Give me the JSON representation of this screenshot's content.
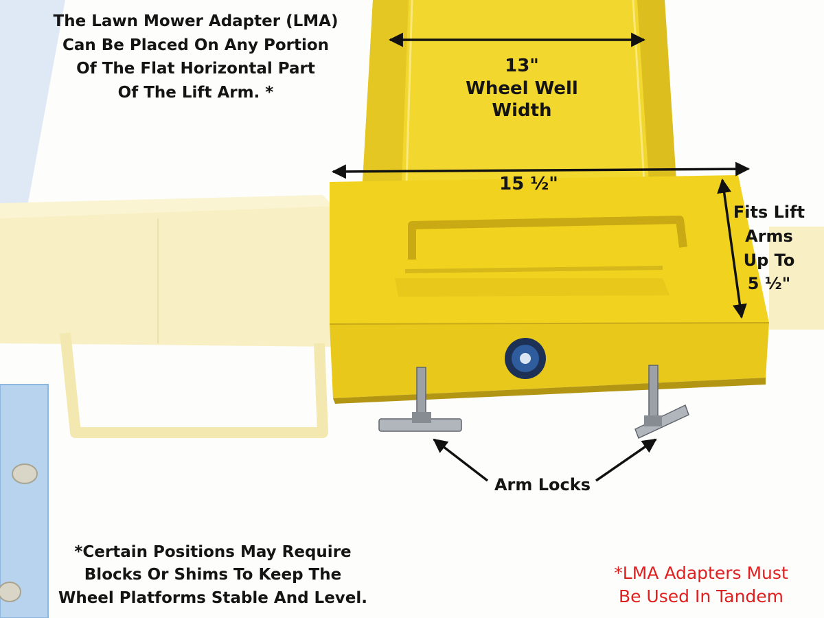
{
  "intro_note": {
    "lines": [
      "The Lawn Mower Adapter (LMA)",
      "Can Be Placed On Any Portion",
      "Of The Flat Horizontal Part",
      "Of The Lift Arm. *"
    ]
  },
  "wheel_well": {
    "lines": [
      "13\"",
      "Wheel Well",
      "Width"
    ]
  },
  "adapter_width": "15 ½\"",
  "arm_fit": {
    "lines": [
      "Fits Lift",
      "Arms",
      "Up To",
      "5 ½\""
    ]
  },
  "arm_locks_label": "Arm Locks",
  "footnote": {
    "lines": [
      "*Certain Positions May Require",
      "Blocks Or Shims To Keep The",
      "Wheel Platforms Stable And Level."
    ]
  },
  "tandem_note": {
    "lines": [
      "*LMA Adapters Must",
      "Be Used In Tandem"
    ]
  },
  "colors": {
    "adapter_yellow": "#f2d72e",
    "faded_arm": "#f8f0c4",
    "post_blue": "#b7d3ee",
    "note_red": "#e02020"
  }
}
